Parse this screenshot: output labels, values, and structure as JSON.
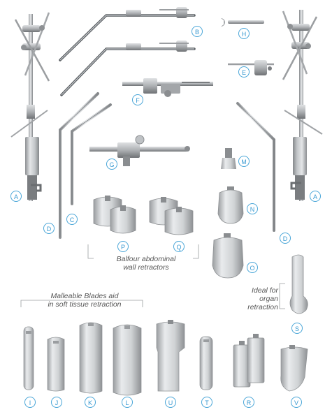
{
  "labels": {
    "A_left": "A",
    "A_right": "A",
    "B": "B",
    "C": "C",
    "D_left": "D",
    "D_right": "D",
    "E": "E",
    "F": "F",
    "G": "G",
    "H": "H",
    "I": "I",
    "J": "J",
    "K": "K",
    "L": "L",
    "M": "M",
    "N": "N",
    "O": "O",
    "P": "P",
    "Q": "Q",
    "R": "R",
    "S": "S",
    "T": "T",
    "U": "U",
    "V": "V"
  },
  "captions": {
    "balfour": {
      "line1": "Balfour abdominal",
      "line2": "wall retractors"
    },
    "malleable": {
      "line1": "Malleable Blades aid",
      "line2": "in soft tissue retraction"
    },
    "ideal": {
      "line1": "Ideal for",
      "line2": "organ",
      "line3": "retraction"
    }
  },
  "colors": {
    "accent": "#3a9ad2",
    "metal": "#b9bcbf",
    "metal_dark": "#6d7073",
    "caption": "#555555"
  }
}
